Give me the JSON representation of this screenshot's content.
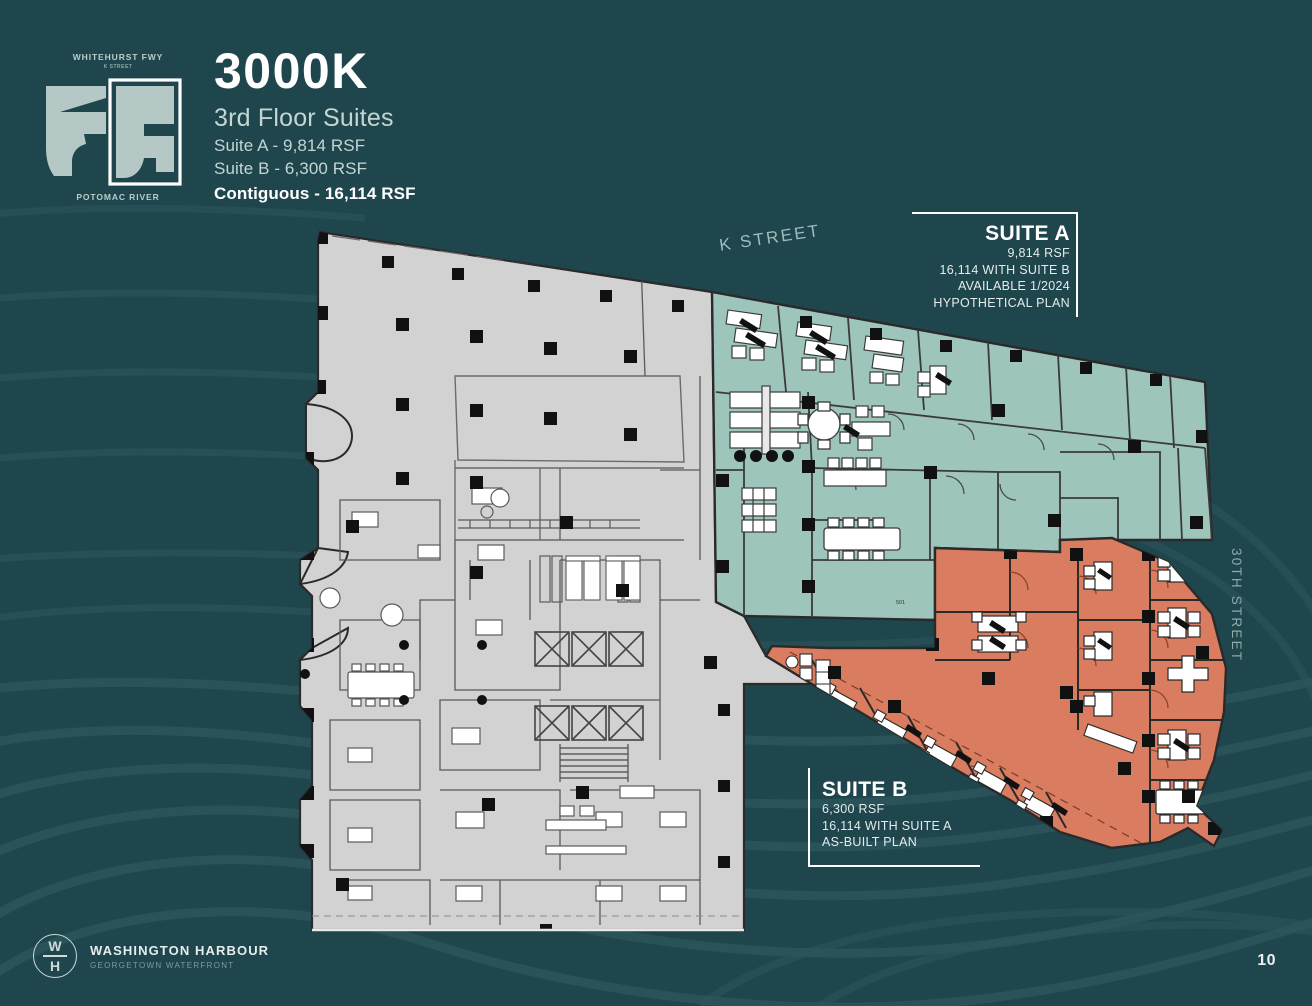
{
  "brand": {
    "footer_name": "WASHINGTON HARBOUR",
    "footer_tagline": "GEORGETOWN WATERFRONT",
    "mark_top": "W",
    "mark_bottom": "H"
  },
  "header": {
    "title": "3000K",
    "subtitle": "3rd Floor Suites",
    "suite_a_line": "Suite A - 9,814 RSF",
    "suite_b_line": "Suite B - 6,300 RSF",
    "contiguous_line": "Contiguous - 16,114 RSF"
  },
  "keymap": {
    "top_label": "WHITEHURST FWY",
    "sub_label": "K STREET",
    "bottom_label": "POTOMAC RIVER"
  },
  "callouts": {
    "suite_a": {
      "title": "SUITE A",
      "line1": "9,814 RSF",
      "line2": "16,114 WITH SUITE B",
      "line3": "AVAILABLE 1/2024",
      "line4": "HYPOTHETICAL PLAN"
    },
    "suite_b": {
      "title": "SUITE B",
      "line1": "6,300 RSF",
      "line2": "16,114 WITH SUITE A",
      "line3": "AS-BUILT PLAN"
    }
  },
  "streets": {
    "north": "K STREET",
    "east": "30TH STREET"
  },
  "page": {
    "number": "10"
  },
  "colors": {
    "background": "#1f464d",
    "wave": "#2c555c",
    "suite_a_fill": "#9ec5bb",
    "suite_b_fill": "#d97c5f",
    "base_plan_fill": "#d2d2d2",
    "furniture_fill": "#ffffff",
    "wall_stroke": "#3a3a3a",
    "column_fill": "#111111",
    "text_light": "#c3d6d4",
    "text_white": "#ffffff"
  }
}
